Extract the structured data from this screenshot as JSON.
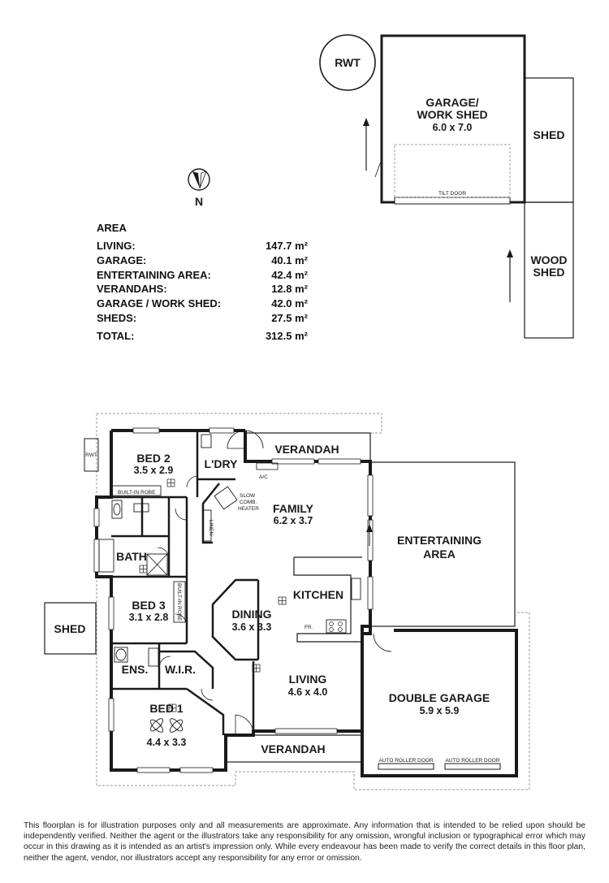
{
  "labels": {
    "rwt_top": "RWT",
    "garage_work_shed": "GARAGE/",
    "garage_work_shed_2": "WORK SHED",
    "garage_work_shed_dim": "6.0 x 7.0",
    "tilt_door": "TILT DOOR",
    "shed_top": "SHED",
    "wood_shed_1": "WOOD",
    "wood_shed_2": "SHED",
    "north": "N",
    "bed2": "BED 2",
    "bed2_dim": "3.5 x 2.9",
    "laundry": "L'DRY",
    "verandah_top": "VERANDAH",
    "ac": "A/C",
    "family": "FAMILY",
    "family_dim": "6.2 x 3.7",
    "slow_heater_1": "SLOW",
    "slow_heater_2": "COMB.",
    "slow_heater_3": "HEATER",
    "linen": "LINEN",
    "built_in_robe": "BUILT-IN ROBE",
    "rwt_side": "RWT",
    "entertaining_1": "ENTERTAINING",
    "entertaining_2": "AREA",
    "bath": "BATH",
    "kitchen": "KITCHEN",
    "bed3": "BED 3",
    "bed3_dim": "3.1 x 2.8",
    "built_in_robe_v": "BUILT-IN ROBE",
    "dining": "DINING",
    "dining_dim": "3.6 x 3.3",
    "fridge": "FR.",
    "shed_left": "SHED",
    "ens": "ENS.",
    "wir": "W.I.R.",
    "living": "LIVING",
    "living_dim": "4.6 x 4.0",
    "double_garage": "DOUBLE GARAGE",
    "double_garage_dim": "5.9 x 5.9",
    "bed1": "BED 1",
    "bed1_dim": "4.4 x 3.3",
    "verandah_bottom": "VERANDAH",
    "auto_roller_1": "AUTO ROLLER DOOR",
    "auto_roller_2": "AUTO ROLLER DOOR"
  },
  "area_table": {
    "title": "AREA",
    "rows": [
      {
        "label": "LIVING:",
        "value": "147.7 m²"
      },
      {
        "label": "GARAGE:",
        "value": "40.1 m²"
      },
      {
        "label": "ENTERTAINING AREA:",
        "value": "42.4 m²"
      },
      {
        "label": "VERANDAHS:",
        "value": "12.8 m²"
      },
      {
        "label": "GARAGE / WORK SHED:",
        "value": "42.0 m²"
      },
      {
        "label": "SHEDS:",
        "value": "27.5 m²"
      }
    ],
    "total": {
      "label": "TOTAL:",
      "value": "312.5 m²"
    }
  },
  "disclaimer": "This floorplan is for illustration purposes only and all measurements are approximate. Any information that is intended to be relied upon should be independently verified. Neither the agent or the illustrators take any responsibility for any omission, wrongful inclusion or typographical error which may occur in this drawing as it is intended as an artist's impression only. While every endeavour has been made to verify the correct details in this floor plan, neither the agent, vendor, nor illustrators accept any responsibility for any error or omission.",
  "colors": {
    "wall": "#1a1a1a",
    "outline": "#9a9a9a",
    "window": "#ffffff"
  }
}
